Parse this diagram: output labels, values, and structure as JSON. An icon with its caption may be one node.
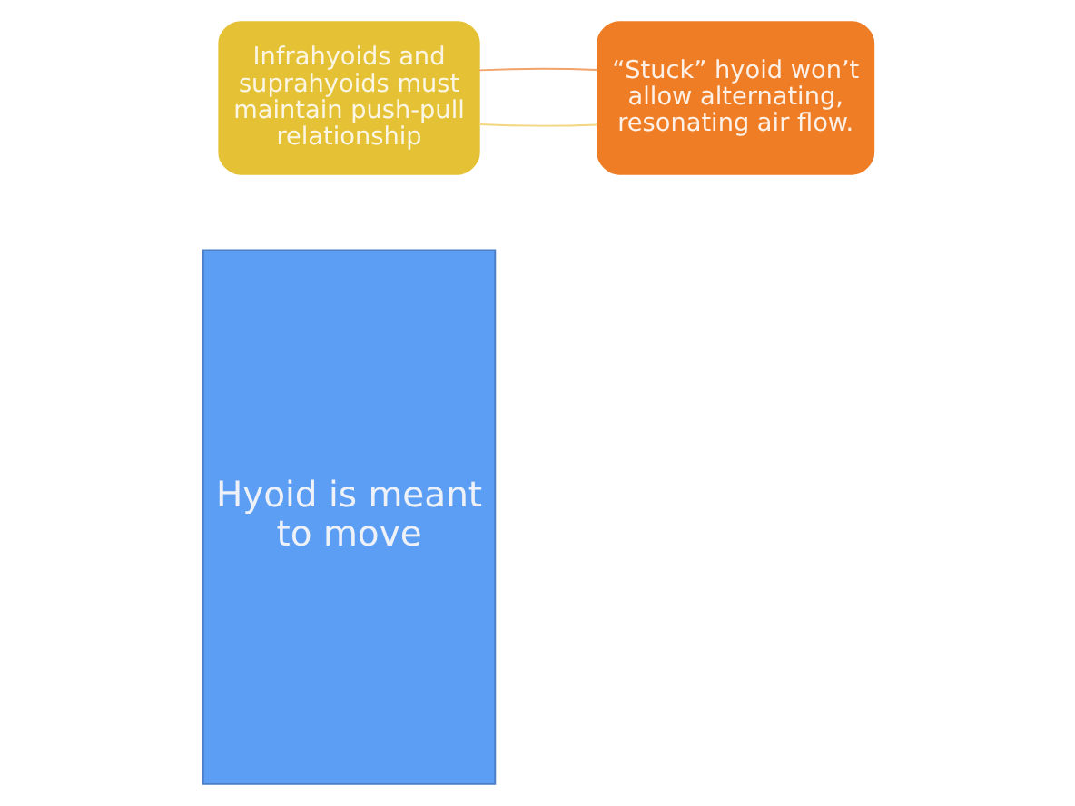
{
  "diagram": {
    "nodes": [
      {
        "text": [
          "Hyoid is meant to move"
        ]
      },
      {
        "text": [
          "Infrahyoids and suprahyoids must maintain push-pull relationship"
        ]
      },
      {
        "text": [
          "“Stuck” hyoid won’t allow alternating, resonating air flow."
        ]
      }
    ],
    "edges": [
      {
        "from": 1,
        "to": 2,
        "arrow": "none",
        "color": "#f2d680"
      },
      {
        "from": 2,
        "to": 1,
        "arrow": "none",
        "color": "#f2a36a"
      }
    ]
  }
}
